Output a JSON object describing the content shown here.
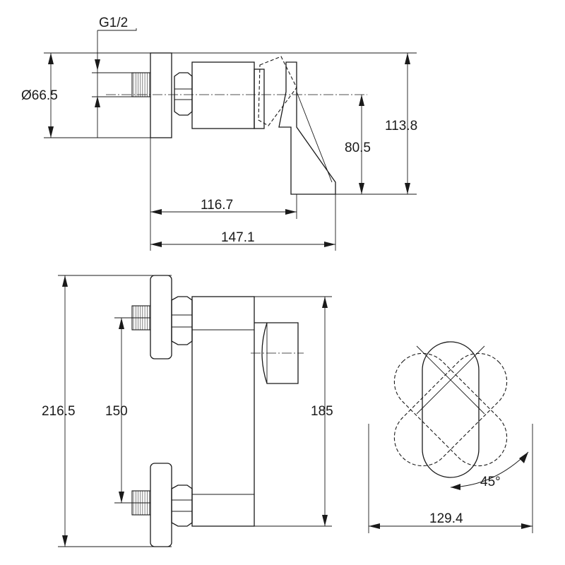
{
  "labels": {
    "thread": "G1/2",
    "diameter": "Ø66.5",
    "height_total_side": "113.8",
    "height_inlet": "80.5",
    "depth_lever": "116.7",
    "depth_total": "147.1",
    "height_total_front": "216.5",
    "inlet_spacing": "150",
    "body_height": "185",
    "lever_angle": "45°",
    "lever_sweep": "129.4"
  },
  "colors": {
    "line": "#1a1a1a",
    "background": "#ffffff"
  }
}
